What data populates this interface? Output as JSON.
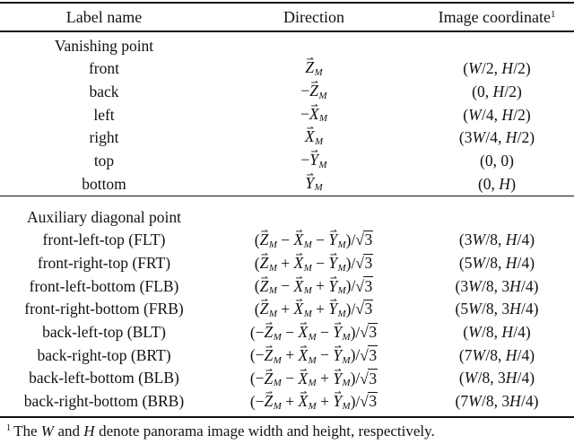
{
  "page": {
    "background": "#ffffff",
    "text_color": "#121212",
    "rule_color": "#111111"
  },
  "table": {
    "columns": [
      {
        "label": "Label name"
      },
      {
        "label": "Direction"
      },
      {
        "label": "Image coordinate",
        "footnote_mark": "1"
      }
    ],
    "sections": [
      {
        "title": "Vanishing point",
        "rows": [
          {
            "label": "front",
            "direction": "Z⃗_M",
            "coordinate": "(W/2, H/2)"
          },
          {
            "label": "back",
            "direction": "−Z⃗_M",
            "coordinate": "(0, H/2)"
          },
          {
            "label": "left",
            "direction": "−X⃗_M",
            "coordinate": "(W/4, H/2)"
          },
          {
            "label": "right",
            "direction": "X⃗_M",
            "coordinate": "(3W/4, H/2)"
          },
          {
            "label": "top",
            "direction": "−Y⃗_M",
            "coordinate": "(0, 0)"
          },
          {
            "label": "bottom",
            "direction": "Y⃗_M",
            "coordinate": "(0, H)"
          }
        ]
      },
      {
        "title": "Auxiliary diagonal point",
        "rows": [
          {
            "label": "front-left-top (FLT)",
            "direction": "(Z⃗_M − X⃗_M − Y⃗_M)/√3",
            "coordinate": "(3W/8, H/4)"
          },
          {
            "label": "front-right-top (FRT)",
            "direction": "(Z⃗_M + X⃗_M − Y⃗_M)/√3",
            "coordinate": "(5W/8, H/4)"
          },
          {
            "label": "front-left-bottom (FLB)",
            "direction": "(Z⃗_M − X⃗_M + Y⃗_M)/√3",
            "coordinate": "(3W/8, 3H/4)"
          },
          {
            "label": "front-right-bottom (FRB)",
            "direction": "(Z⃗_M + X⃗_M + Y⃗_M)/√3",
            "coordinate": "(5W/8, 3H/4)"
          },
          {
            "label": "back-left-top (BLT)",
            "direction": "(−Z⃗_M − X⃗_M − Y⃗_M)/√3",
            "coordinate": "(W/8, H/4)"
          },
          {
            "label": "back-right-top (BRT)",
            "direction": "(−Z⃗_M + X⃗_M − Y⃗_M)/√3",
            "coordinate": "(7W/8, H/4)"
          },
          {
            "label": "back-left-bottom (BLB)",
            "direction": "(−Z⃗_M − X⃗_M + Y⃗_M)/√3",
            "coordinate": "(W/8, 3H/4)"
          },
          {
            "label": "back-right-bottom (BRB)",
            "direction": "(−Z⃗_M + X⃗_M + Y⃗_M)/√3",
            "coordinate": "(7W/8, 3H/4)"
          }
        ]
      }
    ],
    "footnote": {
      "mark": "1",
      "text": "The W and H denote panorama image width and height, respectively."
    }
  }
}
